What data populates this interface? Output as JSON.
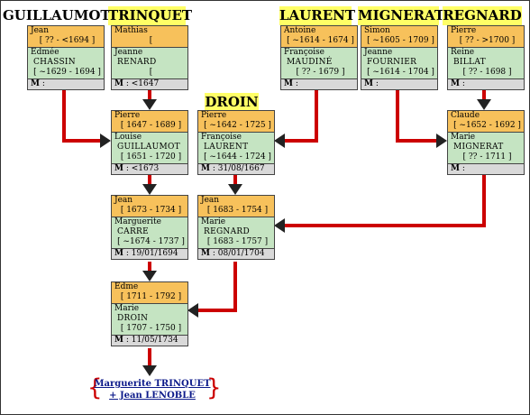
{
  "families": [
    "GUILLAUMOT",
    "TRINQUET",
    "LAURENT",
    "MIGNERAT",
    "REGNARD",
    "DROIN"
  ],
  "cards": [
    {
      "m_first": "Jean",
      "m_dates": "[ ?? - <1694 ]",
      "f_first": "Edmée",
      "f_surname": "CHASSIN",
      "f_dates": "[ ~1629 - 1694 ]",
      "marriage_label": "M",
      "marriage": ":"
    },
    {
      "m_first": "Mathias",
      "m_dates": "[",
      "f_first": "Jeanne",
      "f_surname": "RENARD",
      "f_dates": "[",
      "marriage_label": "M",
      "marriage": ": <1647"
    },
    {
      "m_first": "Antoine",
      "m_dates": "[ ~1614 - 1674 ]",
      "f_first": "Françoise",
      "f_surname": "MAUDINÉ",
      "f_dates": "[ ?? - 1679 ]",
      "marriage_label": "M",
      "marriage": ":"
    },
    {
      "m_first": "Simon",
      "m_dates": "[ ~1605 - 1709 ]",
      "f_first": "Jeanne",
      "f_surname": "FOURNIER",
      "f_dates": "[ ~1614 - 1704 ]",
      "marriage_label": "M",
      "marriage": ":"
    },
    {
      "m_first": "Pierre",
      "m_dates": "[ ?? - >1700 ]",
      "f_first": "Reine",
      "f_surname": "BILLAT",
      "f_dates": "[ ?? - 1698 ]",
      "marriage_label": "M",
      "marriage": ":"
    },
    {
      "m_first": "Pierre",
      "m_dates": "[ 1647 - 1689 ]",
      "f_first": "Louise",
      "f_surname": "GUILLAUMOT",
      "f_dates": "[ 1651 - 1720 ]",
      "marriage_label": "M",
      "marriage": ": <1673"
    },
    {
      "m_first": "Pierre",
      "m_dates": "[ ~1642 - 1725 ]",
      "f_first": "Françoise",
      "f_surname": "LAURENT",
      "f_dates": "[ ~1644 - 1724 ]",
      "marriage_label": "M",
      "marriage": ": 31/08/1667"
    },
    {
      "m_first": "Claude",
      "m_dates": "[ ~1652 - 1692 ]",
      "f_first": "Marie",
      "f_surname": "MIGNERAT",
      "f_dates": "[ ?? - 1711 ]",
      "marriage_label": "M",
      "marriage": ":"
    },
    {
      "m_first": "Jean",
      "m_dates": "[ 1673 - 1734 ]",
      "f_first": "Marguerite",
      "f_surname": "CARRE",
      "f_dates": "[ ~1674 - 1737 ]",
      "marriage_label": "M",
      "marriage": ": 19/01/1694"
    },
    {
      "m_first": "Jean",
      "m_dates": "[ 1683 - 1754 ]",
      "f_first": "Marie",
      "f_surname": "REGNARD",
      "f_dates": "[ 1683 - 1757 ]",
      "marriage_label": "M",
      "marriage": ": 08/01/1704"
    },
    {
      "m_first": "Edme",
      "m_dates": "[ 1711 - 1792 ]",
      "f_first": "Marie",
      "f_surname": "DROIN",
      "f_dates": "[ 1707 - 1750 ]",
      "marriage_label": "M",
      "marriage": ": 11/05/1734"
    }
  ],
  "result": {
    "line1": "Marguerite TRINQUET",
    "line2": "+ Jean LENOBLE"
  },
  "colors": {
    "male": "#f7c15b",
    "female": "#c5e4c2",
    "marriage": "#d9d9d9",
    "connector": "#cc0000",
    "arrowhead": "#222222",
    "family_highlight": "#ffff66",
    "result_text": "#0c1a8a"
  }
}
